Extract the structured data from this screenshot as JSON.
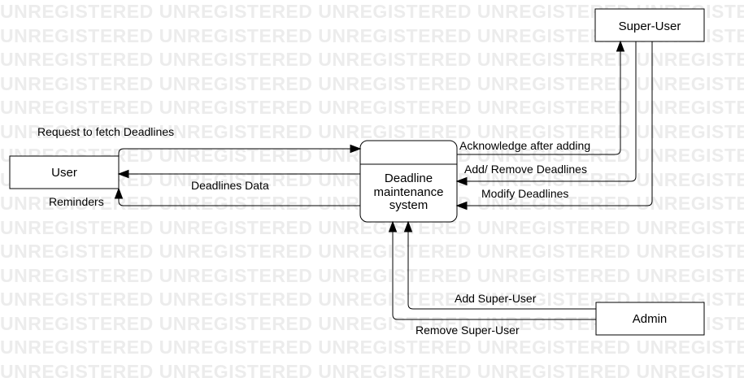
{
  "watermark_text": "UNREGISTERED UNREGISTERED UNREGISTERED UNREGISTERED UNREGISTERED UNREGISTERED",
  "entities": {
    "user": "User",
    "super_user": "Super-User",
    "admin": "Admin"
  },
  "process": {
    "line1": "Deadline",
    "line2": "maintenance",
    "line3": "system"
  },
  "flows": {
    "request_fetch": "Request to fetch Deadlines",
    "deadlines_data": "Deadlines Data",
    "reminders": "Reminders",
    "acknowledge": "Acknowledge after adding",
    "add_remove_deadlines": "Add/ Remove Deadlines",
    "modify_deadlines": "Modify Deadlines",
    "add_super_user": "Add Super-User",
    "remove_super_user": "Remove Super-User"
  }
}
